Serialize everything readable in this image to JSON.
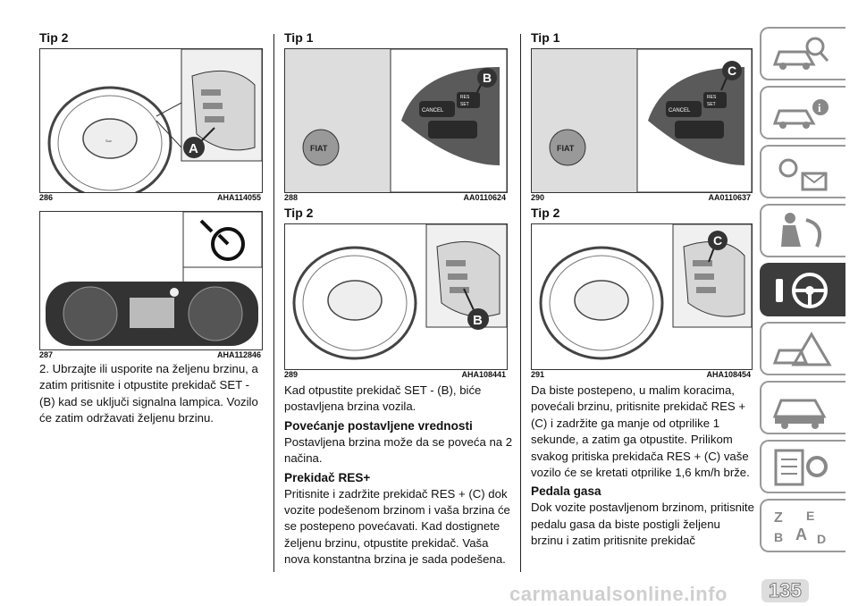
{
  "col1": {
    "heading": "Tip 2",
    "fig1_num": "286",
    "fig1_code": "AHA114055",
    "fig1_callout": "A",
    "fig2_num": "287",
    "fig2_code": "AHA112846",
    "text": "2. Ubrzajte ili usporite na željenu brzinu, a zatim pritisnite i otpustite prekidač SET - (B) kad se uključi signalna lampica. Vozilo će zatim održavati željenu brzinu."
  },
  "col2": {
    "heading1": "Tip 1",
    "fig1_num": "288",
    "fig1_code": "AA0110624",
    "fig1_callout": "B",
    "heading2": "Tip 2",
    "fig2_num": "289",
    "fig2_code": "AHA108441",
    "fig2_callout": "B",
    "text1": "Kad otpustite prekidač SET - (B), biće postavljena brzina vozila.",
    "subheading1": "Povećanje postavljene vrednosti",
    "text2": "Postavljena brzina može da se poveća na 2 načina.",
    "subheading2": "Prekidač RES+",
    "text3": "Pritisnite i zadržite prekidač RES + (C) dok vozite podešenom brzinom i vaša brzina će se postepeno povećavati. Kad dostignete željenu brzinu, otpustite prekidač. Vaša nova konstantna brzina je sada podešena."
  },
  "col3": {
    "heading1": "Tip 1",
    "fig1_num": "290",
    "fig1_code": "AA0110637",
    "fig1_callout": "C",
    "heading2": "Tip 2",
    "fig2_num": "291",
    "fig2_code": "AHA108454",
    "fig2_callout": "C",
    "text1": "Da biste postepeno, u malim koracima, povećali brzinu, pritisnite prekidač RES + (C) i zadržite ga manje od otprilike 1 sekunde, a zatim ga otpustite. Prilikom svakog pritiska prekidača RES + (C) vaše vozilo će se kretati otprilike 1,6 km/h brže.",
    "subheading1": "Pedala gasa",
    "text2": "Dok vozite postavljenom brzinom, pritisnite pedalu gasa da biste postigli željenu brzinu i zatim pritisnite prekidač"
  },
  "labels": {
    "cancel": "CANCEL",
    "res": "RES",
    "set": "SET"
  },
  "page": {
    "number": "135",
    "watermark": "carmanualsonline.info"
  },
  "icons": [
    "car-search-icon",
    "car-info-icon",
    "warning-lights-icon",
    "airbag-icon",
    "steering-key-icon",
    "car-breakdown-icon",
    "car-service-icon",
    "settings-list-icon",
    "alphabet-index-icon"
  ],
  "colors": {
    "active_tab": "#3c3c3c",
    "tab_border": "#999999"
  }
}
